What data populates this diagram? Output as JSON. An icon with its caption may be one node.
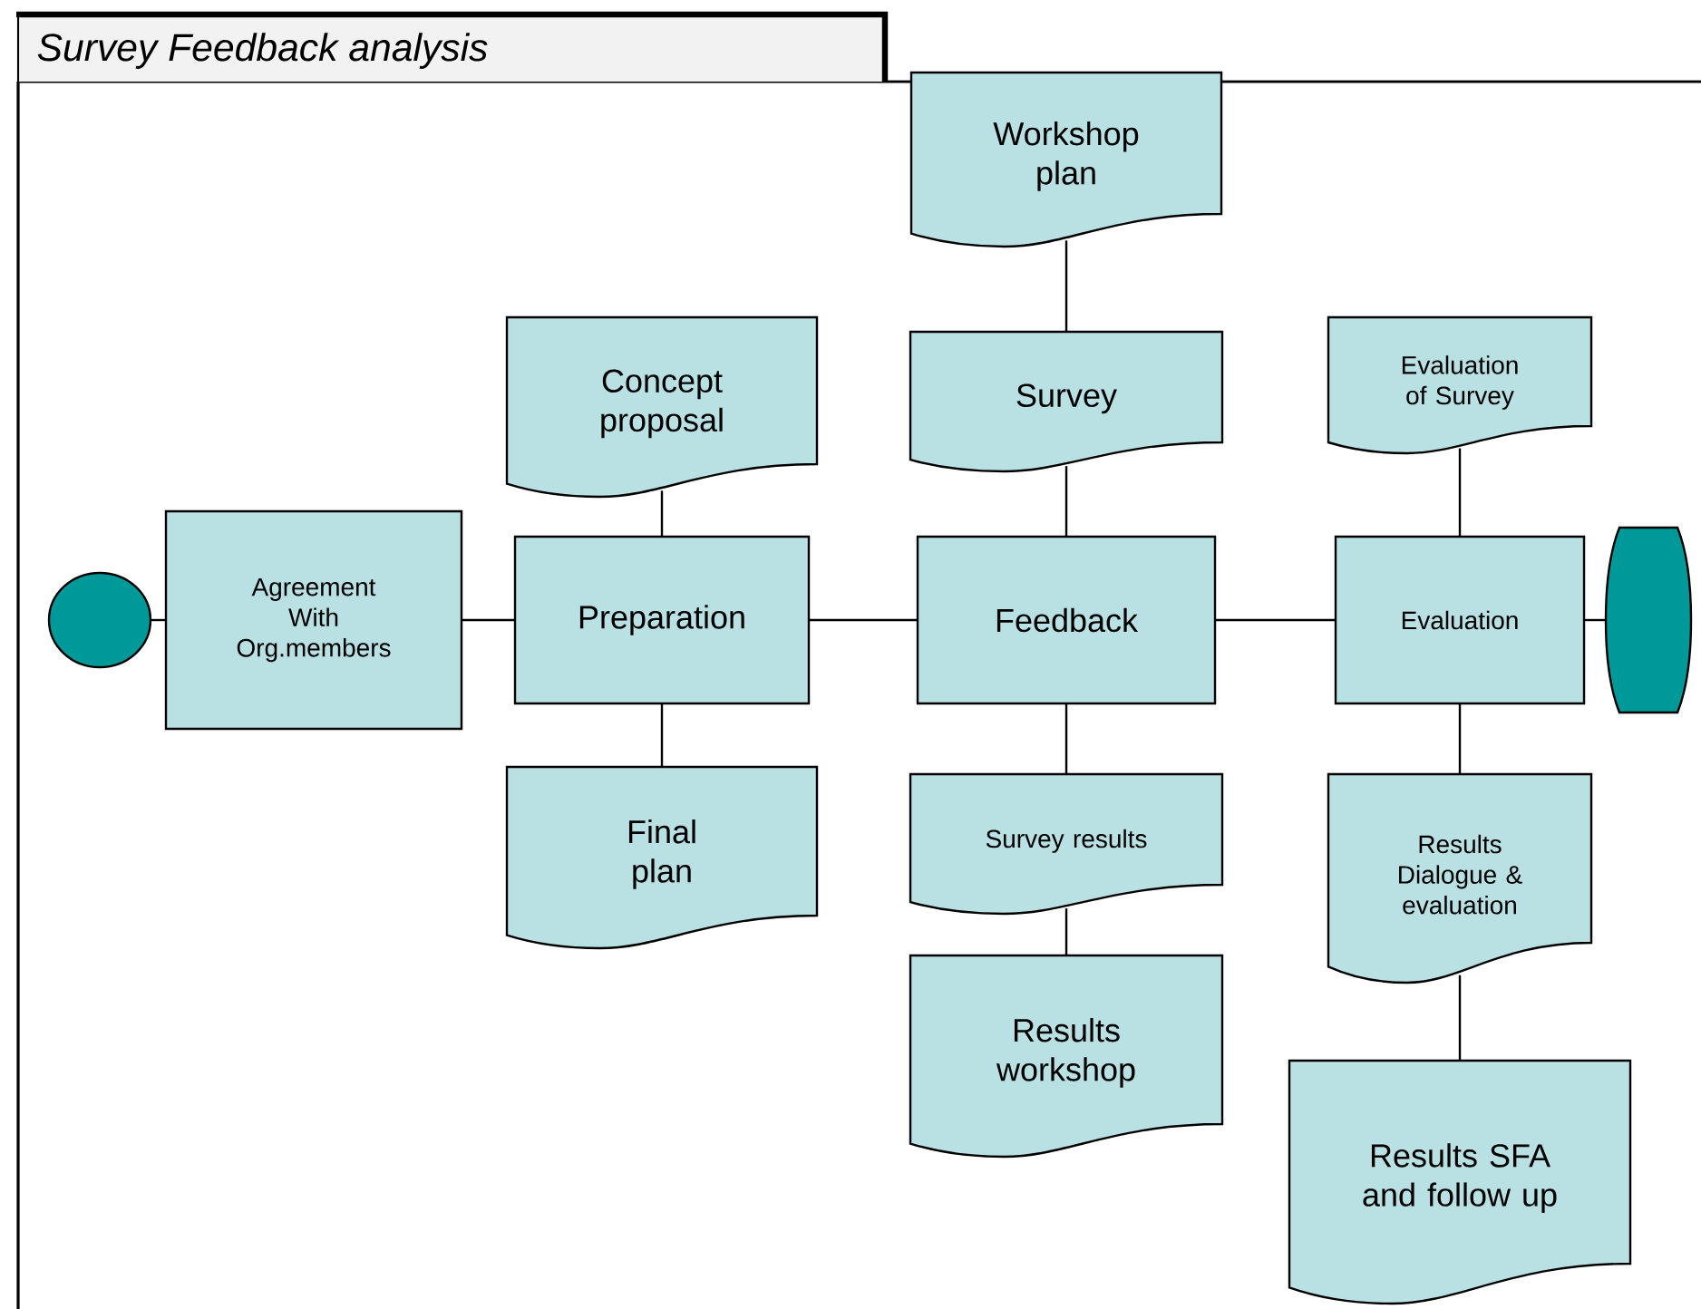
{
  "diagram": {
    "title": "Survey Feedback analysis",
    "nodes": [
      {
        "text": [],
        "shape": "circle"
      },
      {
        "text": [
          "Agreement With Org.members"
        ]
      },
      {
        "text": [
          "Concept proposal"
        ]
      },
      {
        "text": [
          "Preparation"
        ]
      },
      {
        "text": [
          "Final plan"
        ]
      },
      {
        "text": [
          "Workshop plan"
        ]
      },
      {
        "text": [
          "Survey"
        ]
      },
      {
        "text": [
          "Feedback"
        ]
      },
      {
        "text": [
          "Survey results"
        ]
      },
      {
        "text": [
          "Results workshop"
        ]
      },
      {
        "text": [
          "Evaluation of Survey"
        ]
      },
      {
        "text": [
          "Evaluation"
        ]
      },
      {
        "text": [],
        "shape": "capsule"
      },
      {
        "text": [
          "Results Dialogue & evaluation"
        ]
      },
      {
        "text": [
          "Results SFA and follow up"
        ]
      }
    ],
    "edges": [
      {
        "from": 0,
        "to": 1,
        "arrow": "none"
      },
      {
        "from": 1,
        "to": 3,
        "arrow": "none"
      },
      {
        "from": 3,
        "to": 7,
        "arrow": "none"
      },
      {
        "from": 7,
        "to": 11,
        "arrow": "none"
      },
      {
        "from": 11,
        "to": 12,
        "arrow": "none"
      },
      {
        "from": 2,
        "to": 3,
        "arrow": "none"
      },
      {
        "from": 3,
        "to": 4,
        "arrow": "none"
      },
      {
        "from": 5,
        "to": 6,
        "arrow": "none"
      },
      {
        "from": 6,
        "to": 7,
        "arrow": "none"
      },
      {
        "from": 7,
        "to": 8,
        "arrow": "none"
      },
      {
        "from": 8,
        "to": 9,
        "arrow": "none"
      },
      {
        "from": 10,
        "to": 11,
        "arrow": "none"
      },
      {
        "from": 11,
        "to": 13,
        "arrow": "none"
      },
      {
        "from": 13,
        "to": 14,
        "arrow": "none"
      }
    ]
  }
}
